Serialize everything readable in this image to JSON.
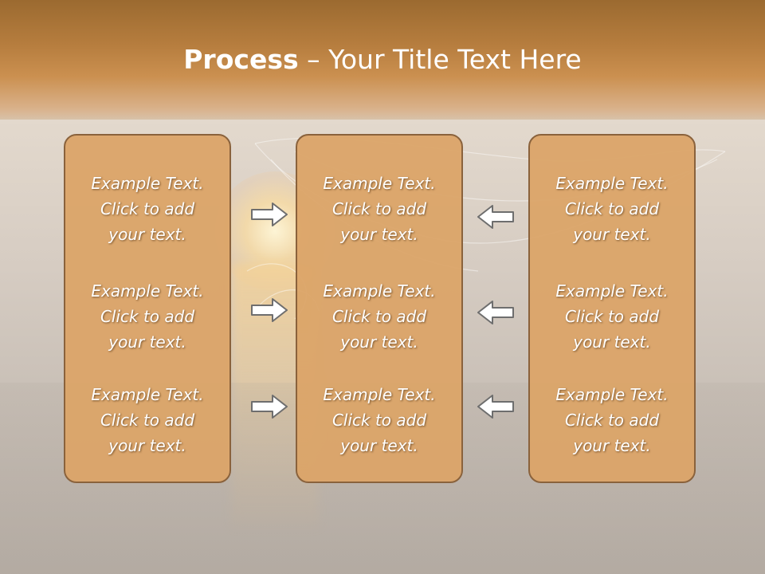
{
  "title": {
    "bold": "Process",
    "rest": " – Your Title Text Here"
  },
  "columns": [
    {
      "entries": [
        {
          "line1": "Example Text.",
          "line2": "Click  to add",
          "line3": "your text."
        },
        {
          "line1": "Example Text.",
          "line2": "Click  to add",
          "line3": "your text."
        },
        {
          "line1": "Example Text.",
          "line2": "Click  to add",
          "line3": "your text."
        }
      ]
    },
    {
      "entries": [
        {
          "line1": "Example Text.",
          "line2": "Click  to add",
          "line3": "your text."
        },
        {
          "line1": "Example Text.",
          "line2": "Click  to add",
          "line3": "your text."
        },
        {
          "line1": "Example Text.",
          "line2": "Click  to add",
          "line3": "your text."
        }
      ]
    },
    {
      "entries": [
        {
          "line1": "Example Text.",
          "line2": "Click  to add",
          "line3": "your text."
        },
        {
          "line1": "Example Text.",
          "line2": "Click  to add",
          "line3": "your text."
        },
        {
          "line1": "Example Text.",
          "line2": "Click  to add",
          "line3": "your text."
        }
      ]
    }
  ],
  "icons": {
    "left_arrows": "right-arrow-icon",
    "right_arrows": "left-arrow-icon"
  },
  "colors": {
    "box_fill": "#dba468",
    "box_border": "#8a623c",
    "title_band": "#b67d3e",
    "arrow_fill": "#ffffff",
    "arrow_stroke": "#6e6e6e"
  }
}
